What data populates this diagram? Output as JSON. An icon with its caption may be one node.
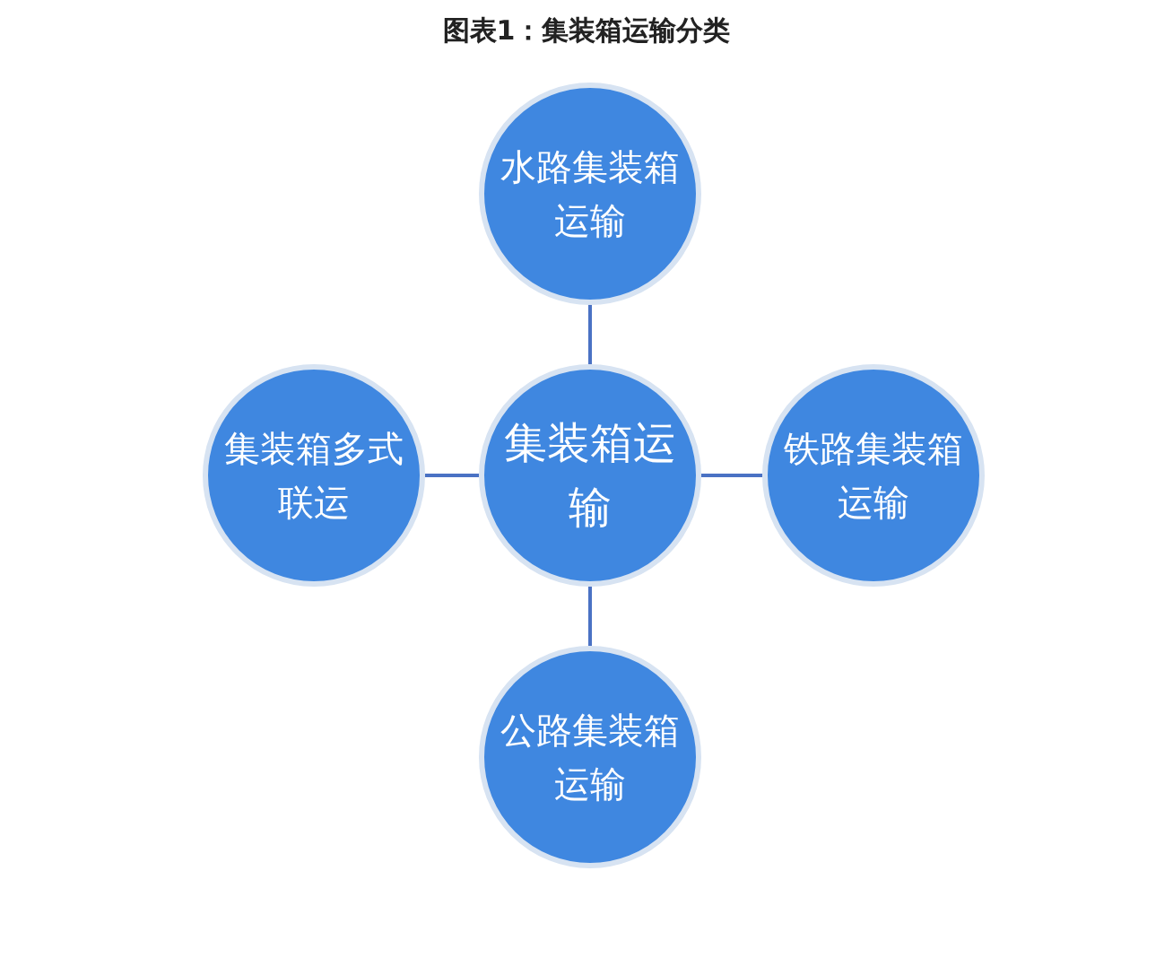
{
  "diagram": {
    "title": "图表1：集装箱运输分类",
    "nodes": [
      {
        "text": [
          "水路集装箱运输"
        ]
      },
      {
        "text": [
          "集装箱多式联运"
        ]
      },
      {
        "text": [
          "集装箱运输"
        ]
      },
      {
        "text": [
          "铁路集装箱运输"
        ]
      },
      {
        "text": [
          "公路集装箱运输"
        ]
      }
    ],
    "edges": [
      {
        "from": 2,
        "to": 0,
        "arrow": "none"
      },
      {
        "from": 2,
        "to": 1,
        "arrow": "none"
      },
      {
        "from": 2,
        "to": 3,
        "arrow": "none"
      },
      {
        "from": 2,
        "to": 4,
        "arrow": "none"
      }
    ]
  }
}
